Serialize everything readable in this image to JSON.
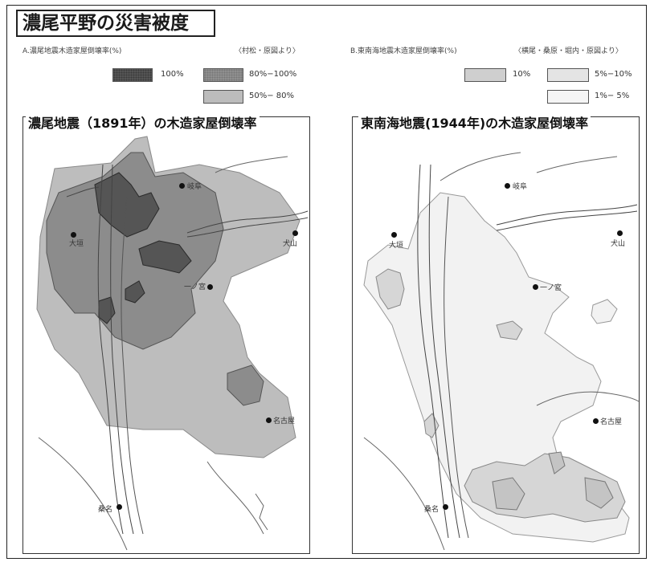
{
  "title": "濃尾平野の災害被度",
  "left_panel": {
    "subtitle": "A.濃尾地震木造家屋倒壊率(%)",
    "source": "〈村松・原図より〉",
    "legend": [
      {
        "label": "100%",
        "color": "#555555"
      },
      {
        "label": "80%−100%",
        "color": "#8f8f8f"
      },
      {
        "label": "50%−  80%",
        "color": "#bcbcbc"
      }
    ],
    "map_title": "濃尾地震（1891年）の木造家屋倒壊率",
    "cities": [
      {
        "name": "岐阜"
      },
      {
        "name": "大垣"
      },
      {
        "name": "犬山"
      },
      {
        "name": "一ノ宮"
      },
      {
        "name": "名古屋"
      },
      {
        "name": "桑名"
      }
    ]
  },
  "right_panel": {
    "subtitle": "B.東南海地震木造家屋倒壊率(%)",
    "source": "〈横尾・桑原・堀内・原図より〉",
    "legend": [
      {
        "label": "10%",
        "color": "#cfcfcf"
      },
      {
        "label": "5%−10%",
        "color": "#e4e4e4"
      },
      {
        "label": "1%−  5%",
        "color": "#f5f5f5"
      }
    ],
    "map_title": "東南海地震(1944年)の木造家屋倒壊率",
    "cities": [
      {
        "name": "岐阜"
      },
      {
        "name": "大垣"
      },
      {
        "name": "犬山"
      },
      {
        "name": "一ノ宮"
      },
      {
        "name": "名古屋"
      },
      {
        "name": "桑名"
      }
    ]
  }
}
